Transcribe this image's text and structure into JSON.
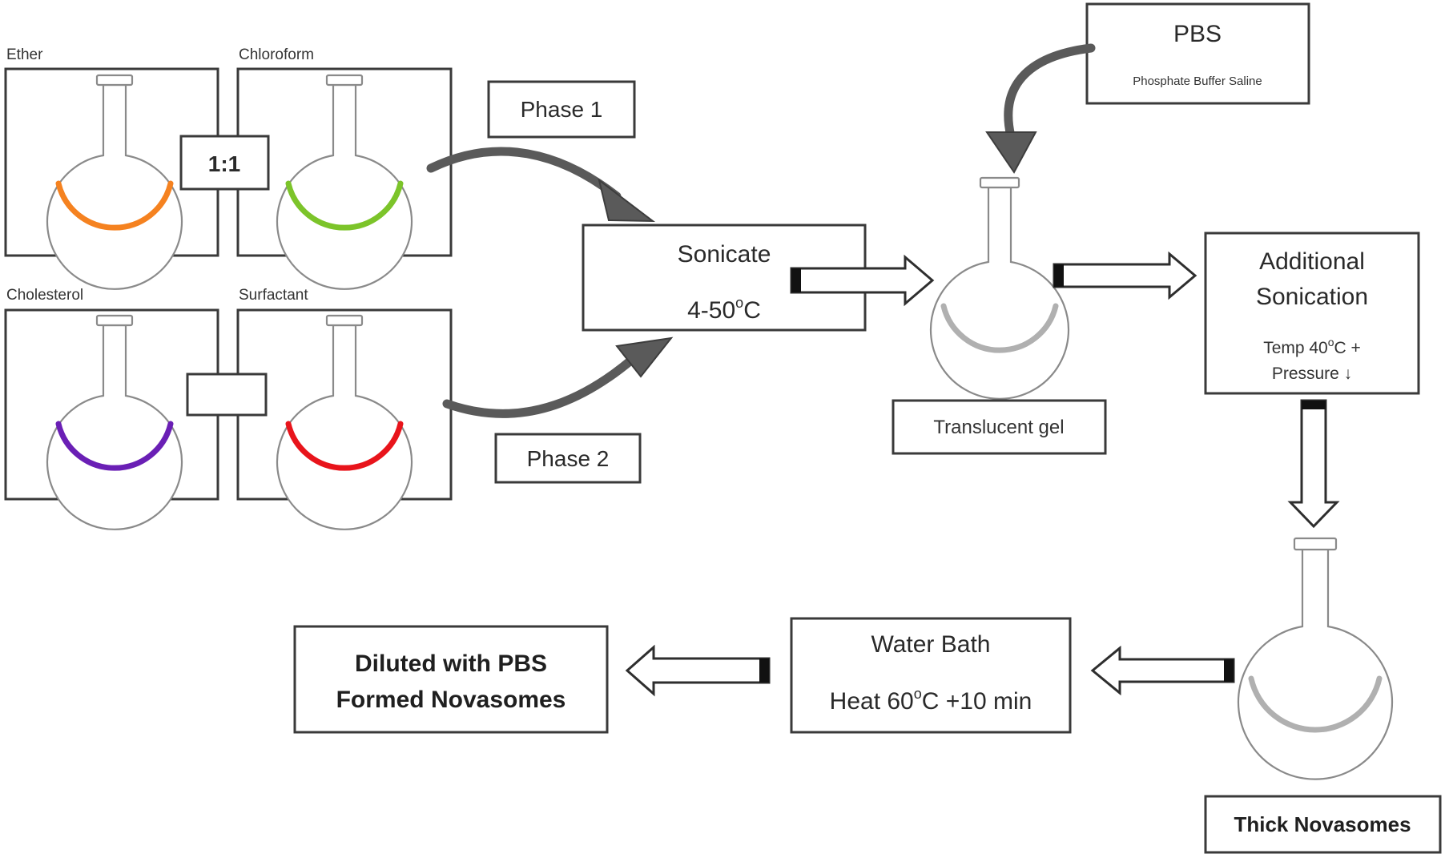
{
  "reagents": {
    "ether": "Ether",
    "chloroform": "Chloroform",
    "cholesterol": "Cholesterol",
    "surfactant": "Surfactant",
    "ratio": "1:1"
  },
  "phases": {
    "phase1": "Phase 1",
    "phase2": "Phase 2"
  },
  "sonicate": {
    "title": "Sonicate",
    "temp_value": "4-50",
    "temp_sup": "o",
    "temp_unit": "C"
  },
  "pbs": {
    "title": "PBS",
    "subtitle": "Phosphate Buffer Saline"
  },
  "translucent_gel": "Translucent gel",
  "additional_sonication": {
    "line1": "Additional",
    "line2": "Sonication",
    "temp_prefix": "Temp 40",
    "temp_sup": "o",
    "temp_suffix": "C +",
    "pressure": "Pressure ↓"
  },
  "thick_novasomes": "Thick Novasomes",
  "water_bath": {
    "title": "Water Bath",
    "heat_prefix": "Heat 60",
    "heat_sup": "o",
    "heat_suffix": "C +10 min"
  },
  "final": {
    "line1": "Diluted with PBS",
    "line2": "Formed Novasomes"
  },
  "colors": {
    "ether_liquid": "#f58220",
    "chloroform_liquid": "#7cc42a",
    "cholesterol_liquid": "#6a1fb5",
    "surfactant_liquid": "#e8141b",
    "gel_liquid": "#b0b0b0"
  }
}
